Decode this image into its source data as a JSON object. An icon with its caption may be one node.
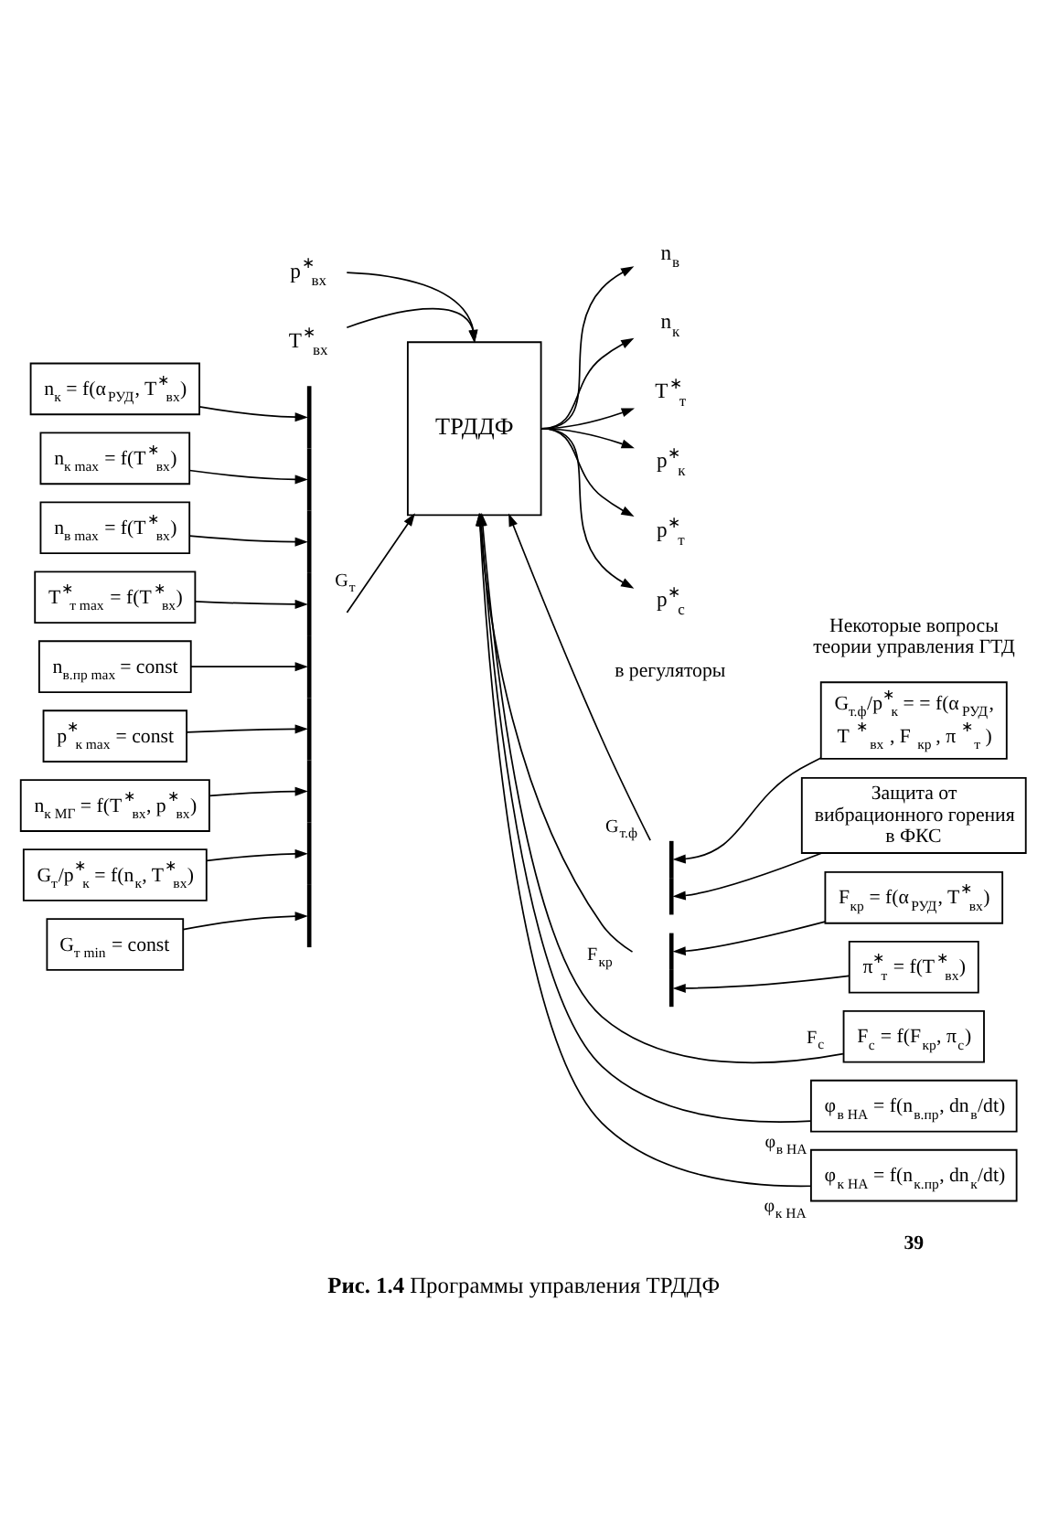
{
  "diagram": {
    "caption": "**Рис. 1.4** Программы управления ТРДДФ",
    "nodes": [
      {
        "text": [
          "n$_{к}$ = f(α$_{РУД}$, T$^{∗}$$_{вх}$)"
        ]
      },
      {
        "text": [
          "n$_{к max}$ = f(T$^{∗}$$_{вх}$)"
        ]
      },
      {
        "text": [
          "n$_{в max}$ = f(T$^{∗}$$_{вх}$)"
        ]
      },
      {
        "text": [
          "T$^{∗}$$_{т max}$ = f(T$^{∗}$$_{вх}$)"
        ]
      },
      {
        "text": [
          "n$_{в.пр max}$ = const"
        ]
      },
      {
        "text": [
          "p$^{∗}$$_{к max}$ = const"
        ]
      },
      {
        "text": [
          "n$_{к МГ}$ = f(T$^{∗}$$_{вх}$, p$^{∗}$$_{вх}$)"
        ]
      },
      {
        "text": [
          "G$_{т}$/p$^{∗}$$_{к}$ = f(n$_{к}$, T$^{∗}$$_{вх}$)"
        ]
      },
      {
        "text": [
          "G$_{т min}$ = const"
        ]
      },
      {
        "text": [],
        "shape": "bar"
      },
      {
        "text": [
          "p$^{∗}$$_{вх}$"
        ]
      },
      {
        "text": [
          "T$^{∗}$$_{вх}$"
        ]
      },
      {
        "text": [
          "ТРДДФ"
        ]
      },
      {
        "text": [
          "n$_{в}$"
        ]
      },
      {
        "text": [
          "n$_{к}$"
        ]
      },
      {
        "text": [
          "T$^{∗}$$_{т}$"
        ]
      },
      {
        "text": [
          "p$^{∗}$$_{к}$"
        ]
      },
      {
        "text": [
          "p$^{∗}$$_{т}$"
        ]
      },
      {
        "text": [
          "p$^{∗}$$_{с}$"
        ]
      },
      {
        "text": [
          "G$_{т.ф}$/p$^{∗}$$_{к}$ = = f(α$_{РУД}$, T$^{∗}$$_{вх}$, F$_{кр}$, π$^{∗}$$_{т}$)"
        ]
      },
      {
        "text": [
          "Защита от вибрационного горения в ФКС"
        ]
      },
      {
        "text": [
          "F$_{кр}$ = f(α$_{РУД}$, T$^{∗}$$_{вх}$)"
        ]
      },
      {
        "text": [
          "π$^{∗}$$_{т}$ = f(T$^{∗}$$_{вх}$)"
        ]
      },
      {
        "text": [
          "F$_{с}$ = f(F$_{кр}$, π$_{с}$)"
        ]
      },
      {
        "text": [
          "φ$_{в НА}$ = f(n$_{в.пр}$, dn$_{в}$/dt)"
        ]
      },
      {
        "text": [
          "φ$_{к НА}$ = f(n$_{к.пр}$, dn$_{к}$/dt)"
        ]
      },
      {
        "text": [],
        "shape": "bar"
      },
      {
        "text": [],
        "shape": "bar"
      }
    ],
    "edges": [
      {
        "from": 0,
        "to": 9,
        "arrow": "to"
      },
      {
        "from": 1,
        "to": 9,
        "arrow": "to"
      },
      {
        "from": 2,
        "to": 9,
        "arrow": "to"
      },
      {
        "from": 3,
        "to": 9,
        "arrow": "to"
      },
      {
        "from": 4,
        "to": 9,
        "arrow": "to"
      },
      {
        "from": 5,
        "to": 9,
        "arrow": "to"
      },
      {
        "from": 6,
        "to": 9,
        "arrow": "to"
      },
      {
        "from": 7,
        "to": 9,
        "arrow": "to"
      },
      {
        "from": 8,
        "to": 9,
        "arrow": "to"
      },
      {
        "from": 9,
        "to": 12,
        "arrow": "to",
        "label": "G$_{т}$"
      },
      {
        "from": 10,
        "to": 12,
        "arrow": "to"
      },
      {
        "from": 11,
        "to": 12,
        "arrow": "to"
      },
      {
        "from": 19,
        "to": 26,
        "arrow": "to"
      },
      {
        "from": 20,
        "to": 26,
        "arrow": "to"
      },
      {
        "from": 26,
        "to": 12,
        "arrow": "to",
        "label": "G$_{т.ф}$"
      },
      {
        "from": 21,
        "to": 27,
        "arrow": "to"
      },
      {
        "from": 22,
        "to": 27,
        "arrow": "to"
      },
      {
        "from": 27,
        "to": 12,
        "arrow": "to",
        "label": "F$_{кр}$"
      },
      {
        "from": 23,
        "to": 12,
        "arrow": "to",
        "label": "F$_{с}$"
      },
      {
        "from": 24,
        "to": 12,
        "arrow": "to",
        "label": "φ$_{в НА}$"
      },
      {
        "from": 25,
        "to": 12,
        "arrow": "to",
        "label": "φ$_{к НА}$"
      },
      {
        "from": 12,
        "to": 13,
        "arrow": "to"
      },
      {
        "from": 12,
        "to": 14,
        "arrow": "to"
      },
      {
        "from": 12,
        "to": 15,
        "arrow": "to"
      },
      {
        "from": 12,
        "to": 16,
        "arrow": "to"
      },
      {
        "from": 12,
        "to": 17,
        "arrow": "to"
      },
      {
        "from": 12,
        "to": 18,
        "arrow": "to"
      }
    ],
    "labels": [
      "Некоторые вопросы теории управления ГТД",
      "в регуляторы",
      "39"
    ]
  }
}
